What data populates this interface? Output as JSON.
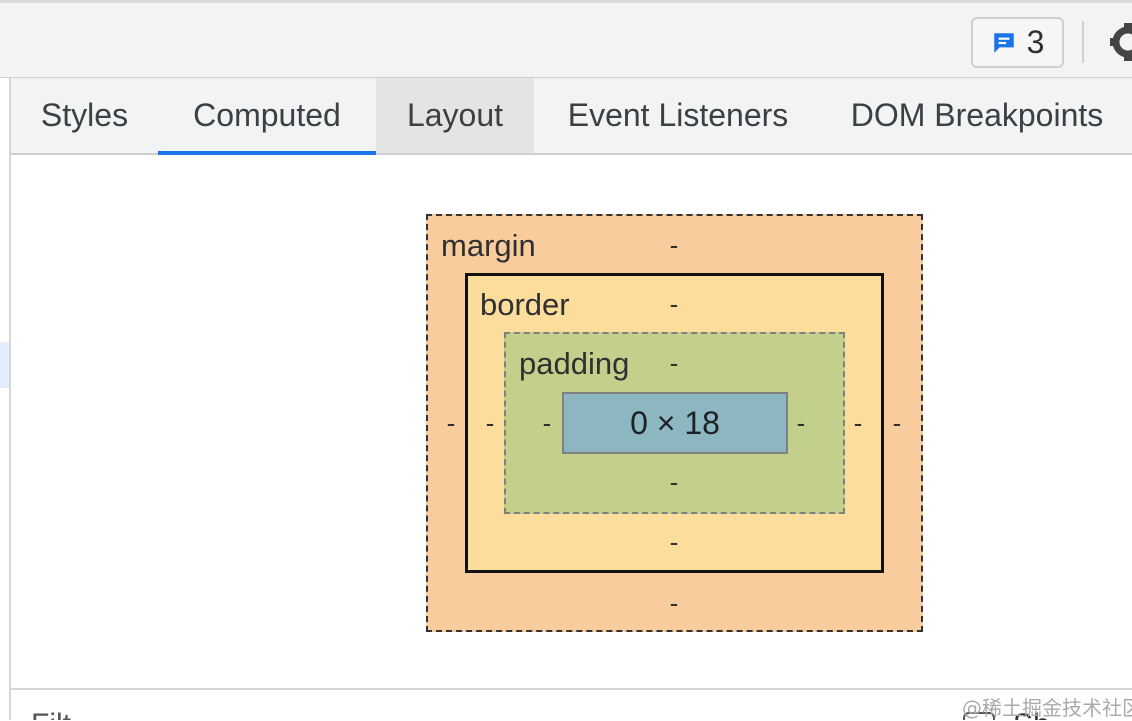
{
  "toolbar": {
    "issues_count": "3",
    "issues_icon": "message-icon",
    "settings_icon": "gear-icon"
  },
  "tabs": [
    {
      "label": "Styles",
      "active": false
    },
    {
      "label": "Computed",
      "active": true
    },
    {
      "label": "Layout",
      "active": false
    },
    {
      "label": "Event Listeners",
      "active": false
    },
    {
      "label": "DOM Breakpoints",
      "active": false
    }
  ],
  "box_model": {
    "margin": {
      "label": "margin",
      "top": "-",
      "right": "-",
      "bottom": "-",
      "left": "-"
    },
    "border": {
      "label": "border",
      "top": "-",
      "right": "-",
      "bottom": "-",
      "left": "-"
    },
    "padding": {
      "label": "padding",
      "top": "-",
      "right": "-",
      "bottom": "-",
      "left": "-"
    },
    "content": {
      "size": "0 × 18"
    },
    "colors": {
      "margin": "#f9cc9d",
      "border": "#fddd9b",
      "padding": "#c3d08b",
      "content": "#8cb6c0"
    }
  },
  "filter": {
    "label": "Filt"
  },
  "show_all": {
    "label": "Sh"
  },
  "watermark": "@稀土掘金技术社区",
  "accent": "#1a73e8"
}
